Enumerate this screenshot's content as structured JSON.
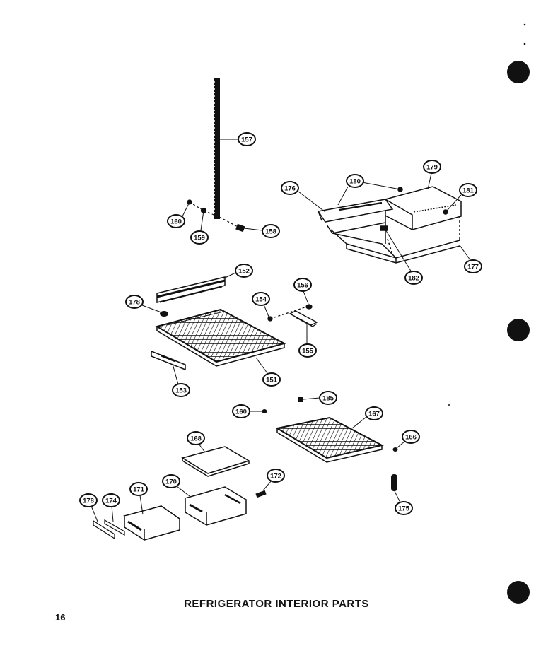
{
  "caption": "REFRIGERATOR INTERIOR PARTS",
  "page_number": "16",
  "callouts": {
    "c157": "157",
    "c160a": "160",
    "c159": "159",
    "c158": "158",
    "c176": "176",
    "c180": "180",
    "c179": "179",
    "c181": "181",
    "c182": "182",
    "c177": "177",
    "c152": "152",
    "c178a": "178",
    "c154": "154",
    "c156": "156",
    "c155": "155",
    "c151": "151",
    "c153": "153",
    "c185": "185",
    "c160b": "160",
    "c167": "167",
    "c168": "168",
    "c166": "166",
    "c172": "172",
    "c170": "170",
    "c171": "171",
    "c174": "174",
    "c178b": "178",
    "c175": "175"
  }
}
